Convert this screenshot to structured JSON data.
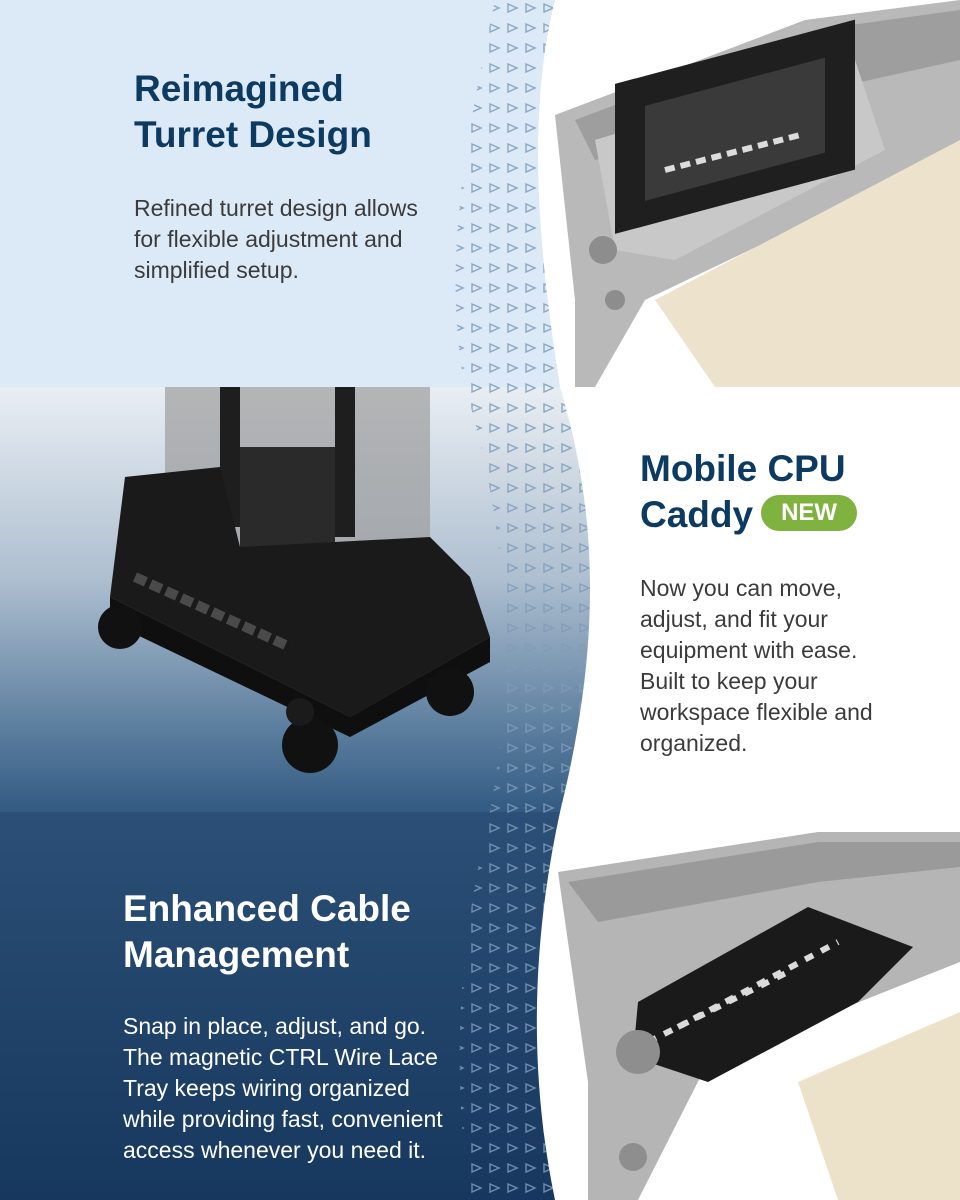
{
  "sections": {
    "turret": {
      "title_line1": "Reimagined",
      "title_line2": "Turret Design",
      "body_line1": "Refined turret design allows",
      "body_line2": "for flexible adjustment and",
      "body_line3": "simplified setup."
    },
    "caddy": {
      "title_line1": "Mobile CPU",
      "title_line2": "Caddy",
      "badge": "NEW",
      "body_line1": "Now you can move,",
      "body_line2": "adjust, and fit your",
      "body_line3": "equipment with ease.",
      "body_line4": "Built to keep your",
      "body_line5": "workspace flexible and",
      "body_line6": "organized."
    },
    "cable": {
      "title_line1": "Enhanced Cable",
      "title_line2": "Management",
      "body_line1": "Snap in place, adjust, and go.",
      "body_line2": "The magnetic CTRL Wire Lace",
      "body_line3": "Tray keeps wiring organized",
      "body_line4": "while providing fast, convenient",
      "body_line5": "access whenever you need it."
    }
  },
  "colors": {
    "heading_dark": "#0d3a61",
    "badge_green": "#7fb23f",
    "top_bg": "#dce9f6",
    "bottom_bg": "#17385e"
  }
}
